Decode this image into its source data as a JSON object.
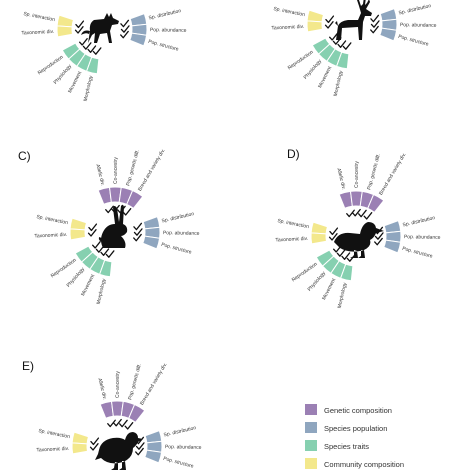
{
  "colors": {
    "genetic": "#9b80b4",
    "population": "#8fa6bf",
    "traits": "#86d0b0",
    "community": "#f3e88c",
    "silhouette": "#111111"
  },
  "labels": {
    "genetic": [
      "Allelic div.",
      "Co-ancestry",
      "Pop. genetic diff.",
      "Breed and variety div."
    ],
    "population": [
      "Sp. distribution",
      "Pop. abundance",
      "Pop. structure"
    ],
    "traits": [
      "Reproduction",
      "Physiology",
      "Movement",
      "Morphology"
    ],
    "community": [
      "Sp. interaction",
      "Taxonomic div."
    ]
  },
  "panels": [
    {
      "letter": "",
      "animal": "wolf-icon"
    },
    {
      "letter": "",
      "animal": "deer-icon"
    },
    {
      "letter": "C)",
      "animal": "hare-icon"
    },
    {
      "letter": "D)",
      "animal": "duck-icon"
    },
    {
      "letter": "E)",
      "animal": "partridge-icon"
    }
  ],
  "legend": {
    "items": [
      {
        "key": "genetic",
        "label": "Genetic composition"
      },
      {
        "key": "population",
        "label": "Species population"
      },
      {
        "key": "traits",
        "label": "Species traits"
      },
      {
        "key": "community",
        "label": "Community composition"
      }
    ]
  }
}
